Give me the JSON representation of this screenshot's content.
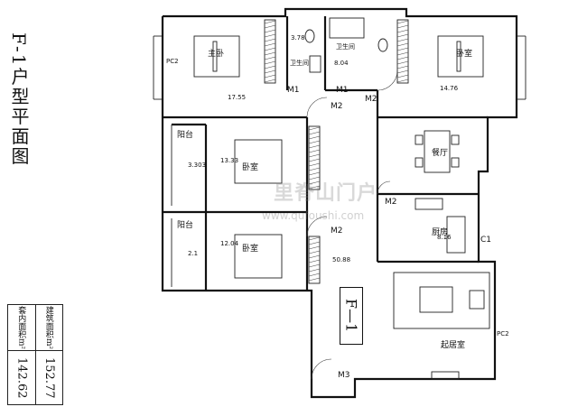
{
  "title": "F-1户型平面图",
  "unit_label": "F—1",
  "area_table": {
    "columns": [
      {
        "header": "套内面积m²",
        "value": "142.62"
      },
      {
        "header": "建筑面积m²",
        "value": "152.77"
      }
    ]
  },
  "rooms": {
    "master_bed": "主卧",
    "master_bath_1": "卫生间",
    "master_bath_2": "卫生间",
    "bedroom_ne": "卧室",
    "dining": "餐厅",
    "bedroom_mid": "卧室",
    "balcony_1": "阳台",
    "balcony_2": "阳台",
    "bedroom_sw": "卧室",
    "kitchen": "厨房",
    "living": "起居室"
  },
  "dims": {
    "d_17_55": "17.55",
    "d_3_78": "3.78",
    "d_8_04": "8.04",
    "d_14_76": "14.76",
    "d_13_33": "13.33",
    "d_50_88": "50.88",
    "d_8_16": "8.16",
    "d_12_04": "12.04",
    "d_2_1": "2.1",
    "d_3_303": "3.303"
  },
  "marks": {
    "m1a": "M1",
    "m1b": "M1",
    "m2a": "M2",
    "m2b": "M2",
    "m2c": "M2",
    "m3": "M3",
    "m2_kitchen": "M2",
    "c1": "C1",
    "pc2_left": "PC2",
    "pc2_right": "PC2"
  },
  "watermark": {
    "main": "里脊山门户",
    "url": "www.qufoushi.com"
  }
}
